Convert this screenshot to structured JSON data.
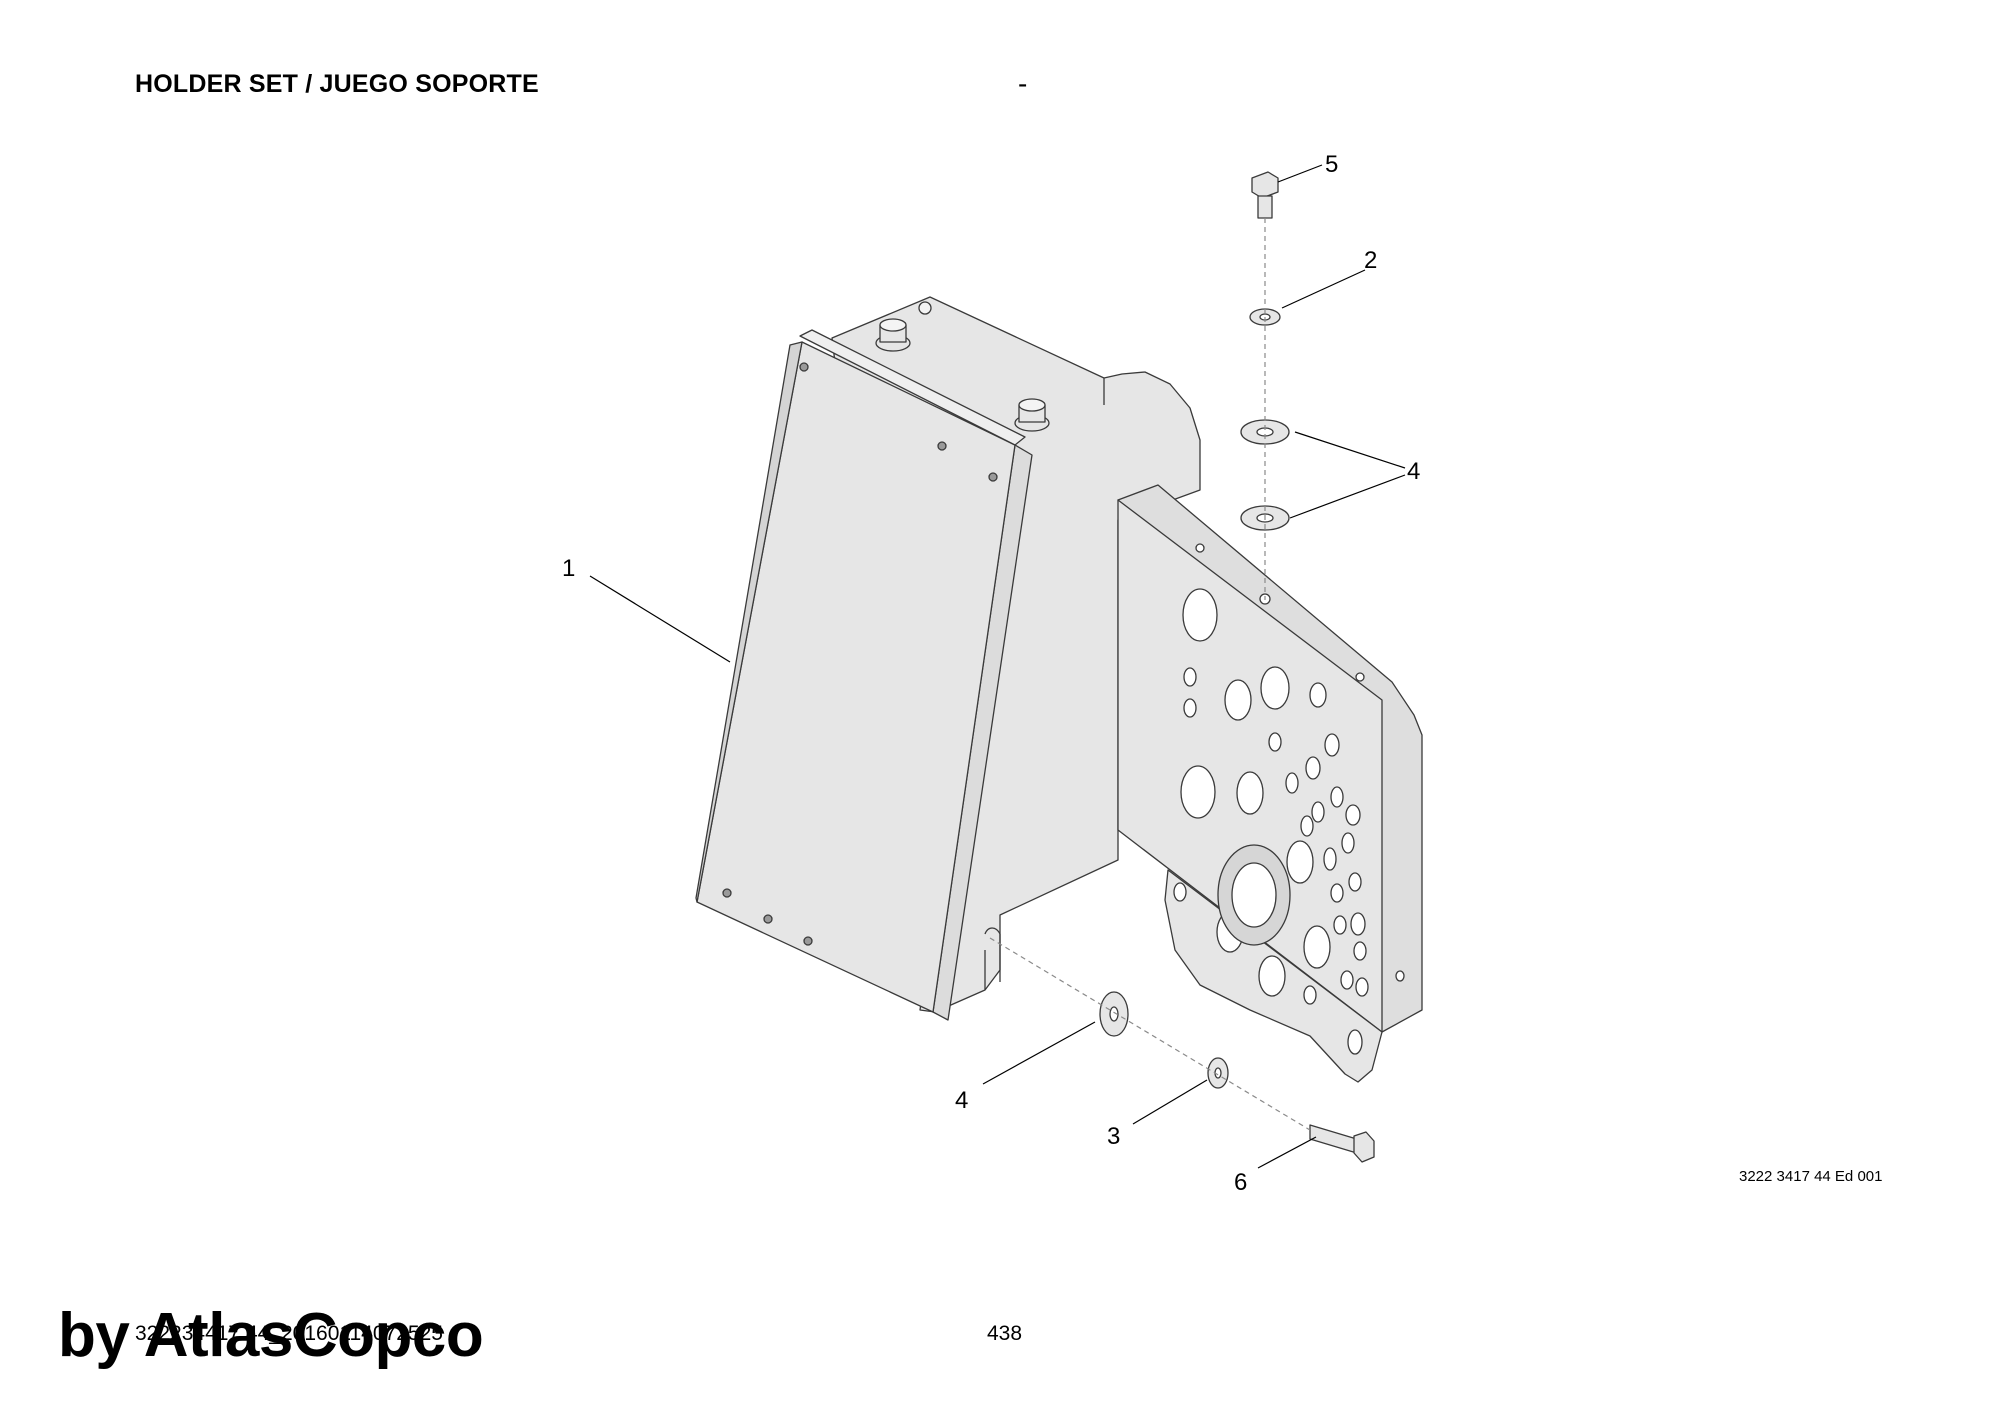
{
  "header": {
    "title": "HOLDER SET / JUEGO SOPORTE",
    "separator": "-"
  },
  "drawing": {
    "reference": "3222 3417 44 Ed 001",
    "callouts": [
      "1",
      "2",
      "3",
      "4",
      "4",
      "5",
      "6"
    ],
    "colors": {
      "part_fill": "#e6e6e6",
      "part_stroke": "#3a3a3a",
      "hole_fill": "#ffffff"
    }
  },
  "footer": {
    "document_id": "322234417 44_20160114072525",
    "page_number": "438",
    "watermark": "by AtlasCopco"
  }
}
